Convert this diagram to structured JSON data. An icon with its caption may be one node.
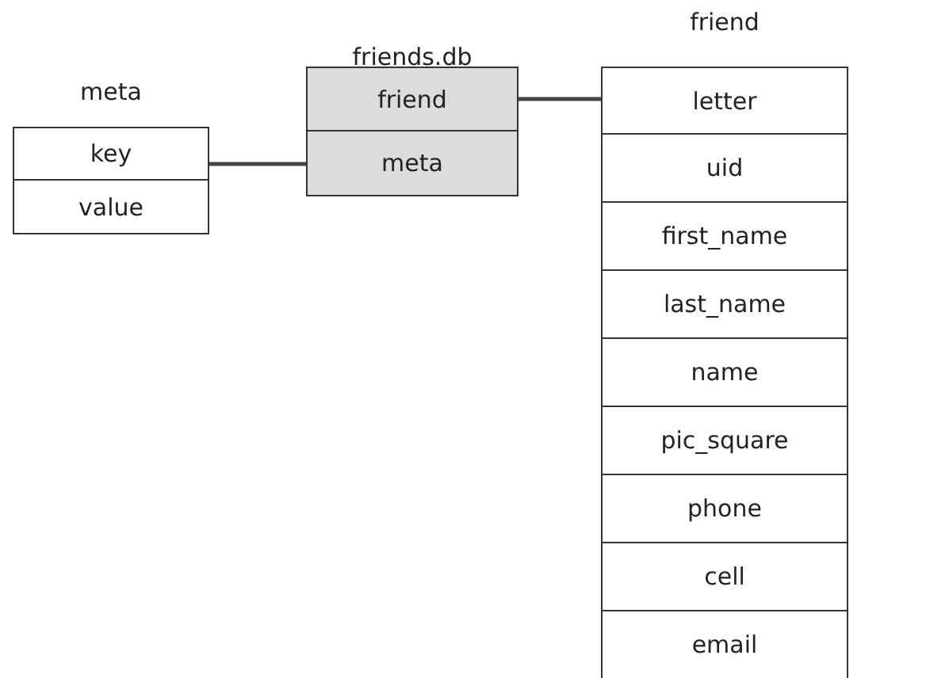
{
  "diagram": {
    "nodes": [
      {
        "text": [
          "meta"
        ]
      },
      {
        "text": [
          "key"
        ],
        "in": 0
      },
      {
        "text": [
          "value"
        ],
        "in": 0
      },
      {
        "text": [
          "friends.db"
        ]
      },
      {
        "text": [
          "friend"
        ],
        "in": 3
      },
      {
        "text": [
          "meta"
        ],
        "in": 3
      },
      {
        "text": [
          "friend"
        ]
      },
      {
        "text": [
          "letter"
        ],
        "in": 6
      },
      {
        "text": [
          "uid"
        ],
        "in": 6
      },
      {
        "text": [
          "first_name"
        ],
        "in": 6
      },
      {
        "text": [
          "last_name"
        ],
        "in": 6
      },
      {
        "text": [
          "name"
        ],
        "in": 6
      },
      {
        "text": [
          "pic_square"
        ],
        "in": 6
      },
      {
        "text": [
          "phone"
        ],
        "in": 6
      },
      {
        "text": [
          "cell"
        ],
        "in": 6
      },
      {
        "text": [
          "email"
        ],
        "in": 6
      }
    ],
    "edges": [
      {
        "from": 4,
        "to": 6,
        "arrow": "none"
      },
      {
        "from": 5,
        "to": 0,
        "arrow": "none"
      }
    ]
  }
}
